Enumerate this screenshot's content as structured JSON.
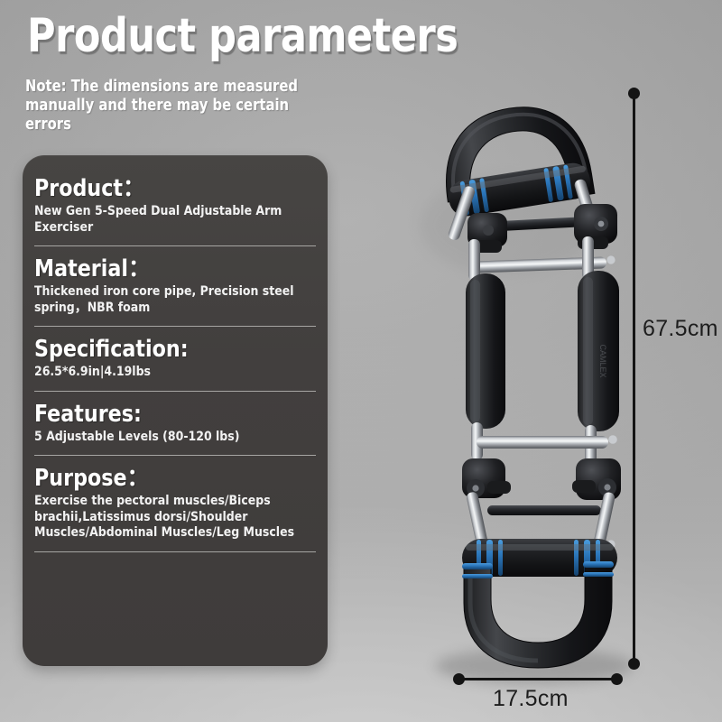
{
  "header": {
    "title": "Product parameters",
    "note": "Note: The dimensions are measured manually and there may be certain errors"
  },
  "card": {
    "sections": [
      {
        "heading": "Product：",
        "body": "New Gen 5-Speed Dual Adjustable Arm Exerciser"
      },
      {
        "heading": "Material：",
        "body": "Thickened iron core pipe, Precision steel spring，NBR foam"
      },
      {
        "heading": "Specification:",
        "body": "26.5*6.9in|4.19lbs"
      },
      {
        "heading": "Features:",
        "body": "5 Adjustable Levels (80-120 lbs)"
      },
      {
        "heading": "Purpose：",
        "body": "Exercise the pectoral muscles/Biceps brachii,Latissimus dorsi/Shoulder Muscles/Abdominal Muscles/Leg Muscles"
      }
    ]
  },
  "dimensions": {
    "height_label": "67.5cm",
    "width_label": "17.5cm"
  },
  "product": {
    "name": "arm-exerciser",
    "colors": {
      "foam": "#18181a",
      "accent_blue": "#2f7fc4",
      "chrome": "#d8dadd",
      "clamp": "#1b1b1d"
    }
  },
  "palette": {
    "background_gray": "#ababab",
    "card_dark": "#423f3e",
    "title_white": "#ffffff",
    "dimension_black": "#141414"
  }
}
